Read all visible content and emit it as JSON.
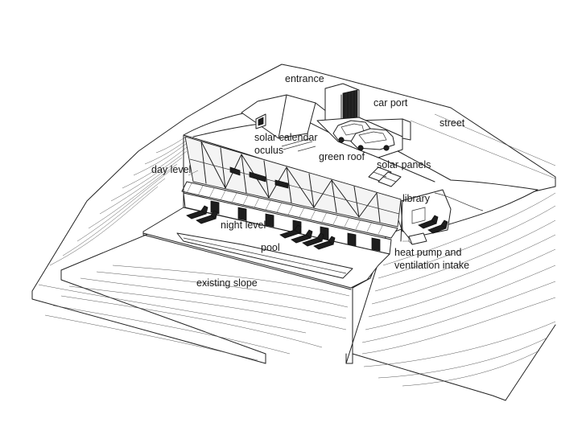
{
  "labels": {
    "entrance": "entrance",
    "car_port": "car port",
    "street": "street",
    "solar_calendar": "solar calendar",
    "oculus": "oculus",
    "green_roof": "green roof",
    "solar_panels": "solar panels",
    "day_level": "day level",
    "library": "library",
    "night_level": "night level",
    "pool": "pool",
    "heat_pump_line1": "heat pump and",
    "heat_pump_line2": "ventilation intake",
    "existing_slope": "existing slope"
  },
  "colors": {
    "line": "#222222",
    "background": "#ffffff",
    "fill_dark": "#1e1e1e"
  }
}
